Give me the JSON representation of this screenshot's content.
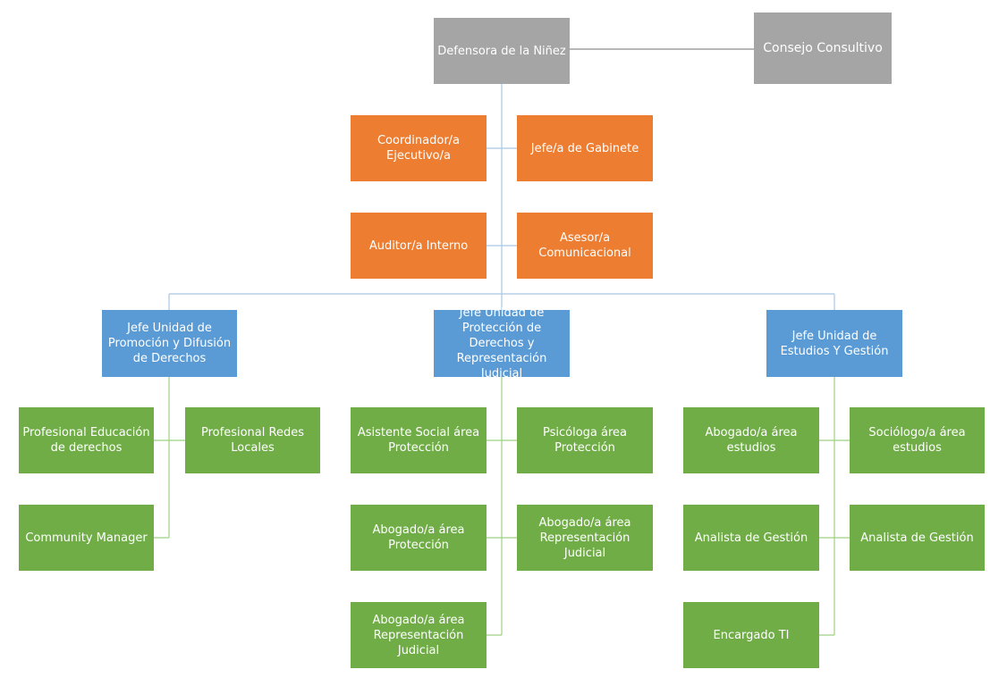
{
  "top": {
    "defensora": "Defensora de la Niñez",
    "consejo": "Consejo Consultivo"
  },
  "staff": {
    "coordinador": "Coordinador/a Ejecutivo/a",
    "gabinete": "Jefe/a de Gabinete",
    "auditor": "Auditor/a Interno",
    "asesor": "Asesor/a Comunicacional"
  },
  "units": {
    "promocion": {
      "head": "Jefe Unidad de Promoción y Difusión de Derechos",
      "members": [
        "Profesional Educación de derechos",
        "Profesional Redes Locales",
        "Community Manager"
      ]
    },
    "proteccion": {
      "head": "Jefe Unidad de Protección de Derechos y Representación Judicial",
      "members": [
        "Asistente Social área Protección",
        "Psicóloga área Protección",
        "Abogado/a área Protección",
        "Abogado/a área Representación Judicial",
        "Abogado/a área Representación Judicial"
      ]
    },
    "estudios": {
      "head": "Jefe Unidad de Estudios Y Gestión",
      "members": [
        "Abogado/a área estudios",
        "Sociólogo/a área estudios",
        "Analista de Gestión",
        "Analista de Gestión",
        "Encargado TI"
      ]
    }
  },
  "colors": {
    "gray": "#a5a5a5",
    "orange": "#ed7d31",
    "blue": "#5b9bd5",
    "green": "#70ad47"
  }
}
